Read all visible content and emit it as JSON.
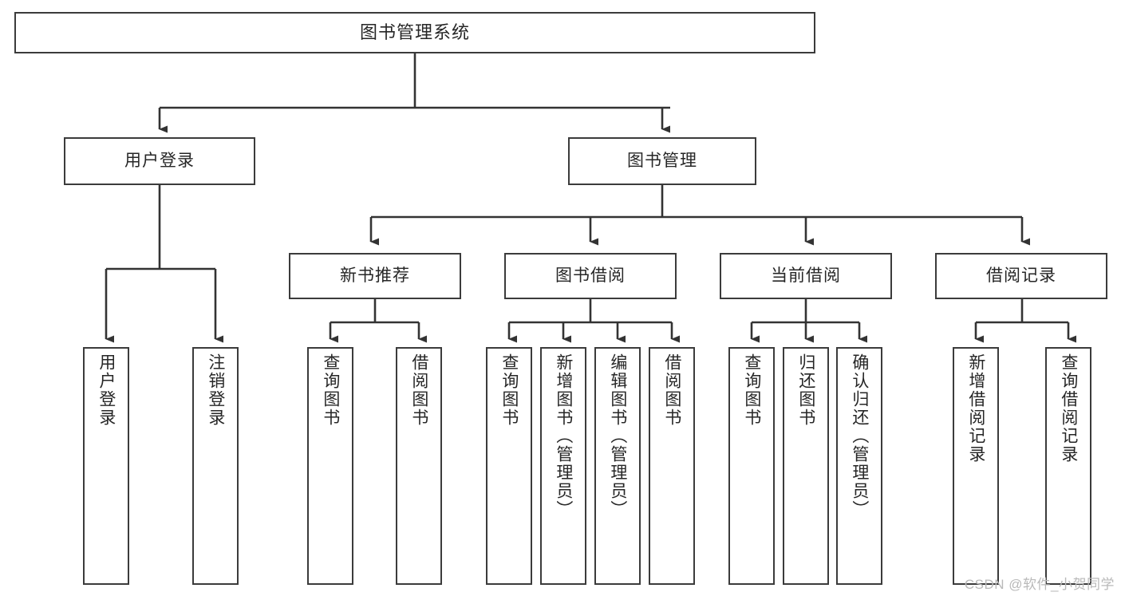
{
  "diagram": {
    "title": "图书管理系统",
    "type": "tree-hierarchy",
    "watermark": "CSDN @软件_小贺同学",
    "colors": {
      "box_border": "#3b3b3b",
      "box_fill": "#ffffff",
      "connector": "#333333",
      "text": "#262626",
      "watermark": "#b9b9b9"
    },
    "nodes": {
      "root": {
        "label": "图书管理系统",
        "level": 0,
        "orientation": "horizontal"
      },
      "level1": [
        {
          "id": "user-login",
          "label": "用户登录",
          "orientation": "horizontal"
        },
        {
          "id": "book-management",
          "label": "图书管理",
          "orientation": "horizontal"
        }
      ],
      "level2": [
        {
          "id": "new-book-recommend",
          "label": "新书推荐",
          "orientation": "horizontal"
        },
        {
          "id": "book-borrow",
          "label": "图书借阅",
          "orientation": "horizontal"
        },
        {
          "id": "current-borrow",
          "label": "当前借阅",
          "orientation": "horizontal"
        },
        {
          "id": "borrow-record",
          "label": "借阅记录",
          "orientation": "horizontal"
        }
      ],
      "leaves": {
        "user-login": [
          {
            "id": "leaf-user-login",
            "label": "用户登录",
            "orientation": "vertical"
          },
          {
            "id": "leaf-user-logout",
            "label": "注销登录",
            "orientation": "vertical"
          }
        ],
        "new-book-recommend": [
          {
            "id": "leaf-query-book-1",
            "label": "查询图书",
            "orientation": "vertical"
          },
          {
            "id": "leaf-borrow-book-1",
            "label": "借阅图书",
            "orientation": "vertical"
          }
        ],
        "book-borrow": [
          {
            "id": "leaf-query-book-2",
            "label": "查询图书",
            "orientation": "vertical"
          },
          {
            "id": "leaf-add-book",
            "label": "新增图书（管理员）",
            "orientation": "vertical"
          },
          {
            "id": "leaf-edit-book",
            "label": "编辑图书（管理员）",
            "orientation": "vertical"
          },
          {
            "id": "leaf-borrow-book-2",
            "label": "借阅图书",
            "orientation": "vertical"
          }
        ],
        "current-borrow": [
          {
            "id": "leaf-query-book-3",
            "label": "查询图书",
            "orientation": "vertical"
          },
          {
            "id": "leaf-return-book",
            "label": "归还图书",
            "orientation": "vertical"
          },
          {
            "id": "leaf-confirm-return",
            "label": "确认归还（管理员）",
            "orientation": "vertical"
          }
        ],
        "borrow-record": [
          {
            "id": "leaf-add-record",
            "label": "新增借阅记录",
            "orientation": "vertical"
          },
          {
            "id": "leaf-query-record",
            "label": "查询借阅记录",
            "orientation": "vertical"
          }
        ]
      }
    }
  }
}
